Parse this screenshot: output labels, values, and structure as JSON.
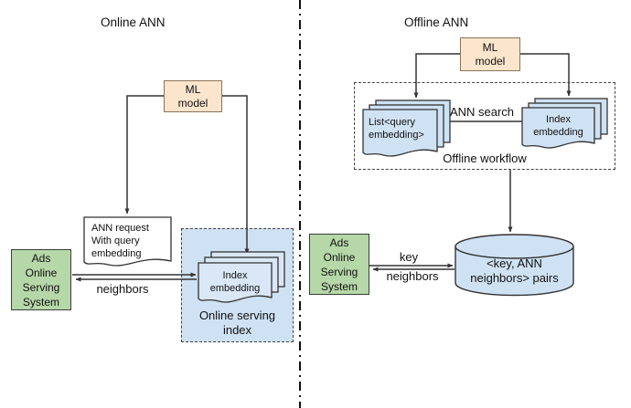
{
  "diagram": {
    "online": {
      "title": "Online ANN",
      "ml_model_label": "ML\nmodel",
      "ann_request_doc_label": "ANN request\nWith query\nembedding",
      "serving_system_label": "Ads\nOnline\nServing\nSystem",
      "neighbors_edge_label": "neighbors",
      "index_doc_label": "Index\nembedding",
      "serving_index_container_label": "Online serving\nindex"
    },
    "offline": {
      "title": "Offline ANN",
      "ml_model_label": "ML\nmodel",
      "query_doc_label": "List<query\nembedding>",
      "ann_search_edge_label": "ANN search",
      "index_doc_label": "Index\nembedding",
      "workflow_container_label": "Offline workflow",
      "serving_system_label": "Ads\nOnline\nServing\nSystem",
      "key_edge_label": "key",
      "neighbors_edge_label": "neighbors",
      "pairs_db_label": "<key, ANN\nneighbors> pairs"
    },
    "colors": {
      "ml_model_fill": "#fbe5cd",
      "serving_system_fill": "#b6d7a8",
      "doc_fill": "#cfe2f3",
      "inner_doc_fill": "#d9e7f6",
      "container_fill": "#cfe2f3",
      "line": "#333333",
      "background": "#ffffff"
    }
  }
}
